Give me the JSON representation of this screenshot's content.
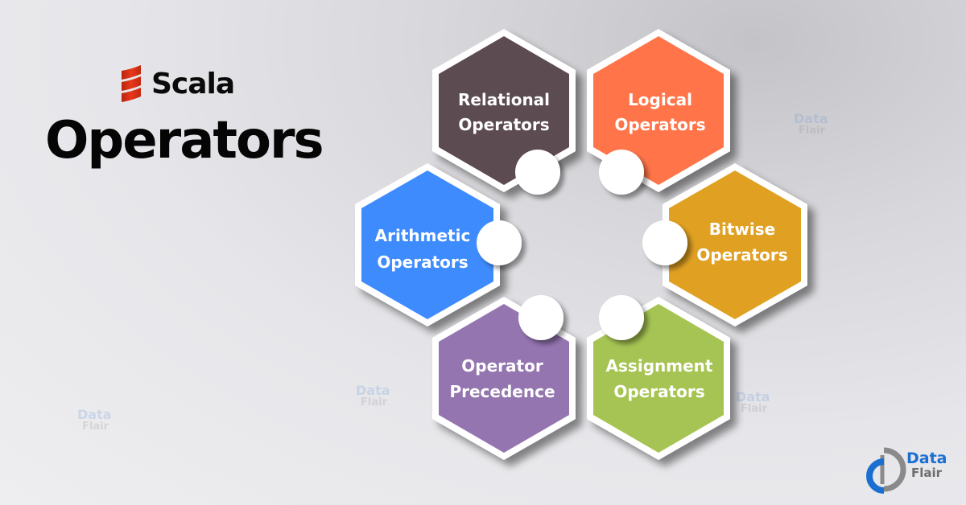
{
  "header": {
    "brand": "Scala",
    "title": "Operators"
  },
  "diagram": {
    "type": "hexagon-cycle",
    "nodes": [
      {
        "id": "relational",
        "line1": "Relational",
        "line2": "Operators",
        "color": "#5c4b51"
      },
      {
        "id": "logical",
        "line1": "Logical",
        "line2": "Operators",
        "color": "#ff7549"
      },
      {
        "id": "bitwise",
        "line1": "Bitwise",
        "line2": "Operators",
        "color": "#e0a020"
      },
      {
        "id": "assignment",
        "line1": "Assignment",
        "line2": "Operators",
        "color": "#a6c452"
      },
      {
        "id": "precedence",
        "line1": "Operator",
        "line2": "Precedence",
        "color": "#9474b0"
      },
      {
        "id": "arithmetic",
        "line1": "Arithmetic",
        "line2": "Operators",
        "color": "#3d8bfd"
      }
    ],
    "connector_color": "#ffffff"
  },
  "watermark": {
    "line1": "Data",
    "line2": "Flair"
  },
  "footer_brand": {
    "line1": "Data",
    "line2": "Flair",
    "colors": {
      "primary": "#1a6fd1",
      "secondary": "#6c6c6c"
    }
  }
}
